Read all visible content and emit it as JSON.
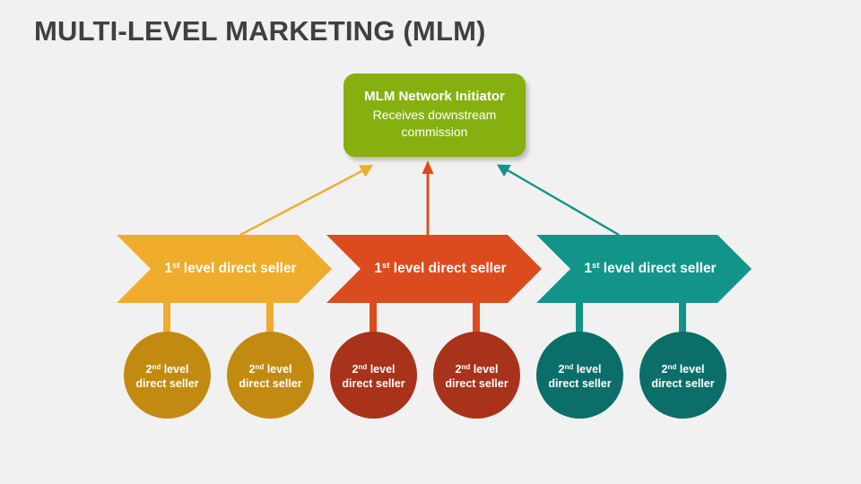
{
  "slide": {
    "title": "MULTI-LEVEL MARKETING (MLM)",
    "background_color": "#f1f1f1",
    "title_color": "#404040"
  },
  "initiator": {
    "title": "MLM Network Initiator",
    "subtitle": "Receives downstream commission",
    "color": "#86b010",
    "text_color": "#ffffff"
  },
  "level1": {
    "nodes": [
      {
        "prefix": "1",
        "ordinal": "st",
        "label_rest": " level direct seller",
        "full_label": "1st level direct seller",
        "color": "#efac2c",
        "arrow_color": "#efac2c",
        "stem_color": "#efac2c"
      },
      {
        "prefix": "1",
        "ordinal": "st",
        "label_rest": " level direct seller",
        "full_label": "1st level direct seller",
        "color": "#dc4b1e",
        "arrow_color": "#dc4b1e",
        "stem_color": "#dc4b1e"
      },
      {
        "prefix": "1",
        "ordinal": "st",
        "label_rest": " level direct seller",
        "full_label": "1st level direct seller",
        "color": "#139489",
        "arrow_color": "#139489",
        "stem_color": "#139489"
      }
    ]
  },
  "level2": {
    "nodes": [
      {
        "prefix": "2",
        "ordinal": "nd",
        "line1_rest": " level",
        "line2": "direct seller",
        "full_label": "2nd level direct seller",
        "color": "#c38a11"
      },
      {
        "prefix": "2",
        "ordinal": "nd",
        "line1_rest": " level",
        "line2": "direct seller",
        "full_label": "2nd level direct seller",
        "color": "#c38a11"
      },
      {
        "prefix": "2",
        "ordinal": "nd",
        "line1_rest": " level",
        "line2": "direct seller",
        "full_label": "2nd level direct seller",
        "color": "#a8331a"
      },
      {
        "prefix": "2",
        "ordinal": "nd",
        "line1_rest": " level",
        "line2": "direct seller",
        "full_label": "2nd level direct seller",
        "color": "#a8331a"
      },
      {
        "prefix": "2",
        "ordinal": "nd",
        "line1_rest": " level",
        "line2": "direct seller",
        "full_label": "2nd level direct seller",
        "color": "#0c6e68"
      },
      {
        "prefix": "2",
        "ordinal": "nd",
        "line1_rest": " level",
        "line2": "direct seller",
        "full_label": "2nd level direct seller",
        "color": "#0c6e68"
      }
    ]
  }
}
